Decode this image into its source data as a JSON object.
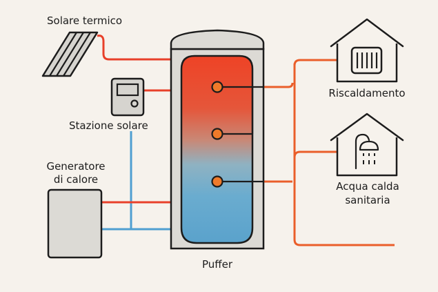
{
  "diagram": {
    "title": "Schema impianto con puffer",
    "components": {
      "solar_collector": {
        "label": "Solare termico",
        "icon": "solar-panel-icon"
      },
      "solar_station": {
        "label": "Stazione solare",
        "icon": "controller-icon"
      },
      "heat_generator": {
        "label_line1": "Generatore",
        "label_line2": "di calore",
        "icon": "boiler-icon"
      },
      "buffer_tank": {
        "label": "Puffer",
        "icon": "tank-icon"
      },
      "heating": {
        "label": "Riscaldamento",
        "icon": "house-radiator-icon"
      },
      "hot_water": {
        "label_line1": "Acqua calda",
        "label_line2": "sanitaria",
        "icon": "house-shower-icon"
      }
    },
    "colors": {
      "background": "#f6f2ec",
      "hot_pipe": "#e8402a",
      "cold_pipe": "#4f9fd1",
      "outlet_pipe": "#ea5e2a",
      "outline": "#1c1c1c",
      "device_fill": "#dcdad5",
      "tank_hot": "#ee4326",
      "tank_cold": "#5ea6cf",
      "sensor": "#ef7a2a"
    },
    "connections": [
      {
        "from": "Solare termico",
        "to": "Puffer",
        "type": "hot"
      },
      {
        "from": "Stazione solare",
        "to": "Puffer",
        "type": "hot"
      },
      {
        "from": "Stazione solare",
        "to": "Generatore di calore",
        "type": "cold"
      },
      {
        "from": "Generatore di calore",
        "to": "Puffer",
        "type": "hot"
      },
      {
        "from": "Generatore di calore",
        "to": "Puffer",
        "type": "cold"
      },
      {
        "from": "Puffer",
        "to": "Riscaldamento",
        "type": "outlet"
      },
      {
        "from": "Puffer",
        "to": "Acqua calda sanitaria",
        "type": "outlet"
      }
    ]
  }
}
